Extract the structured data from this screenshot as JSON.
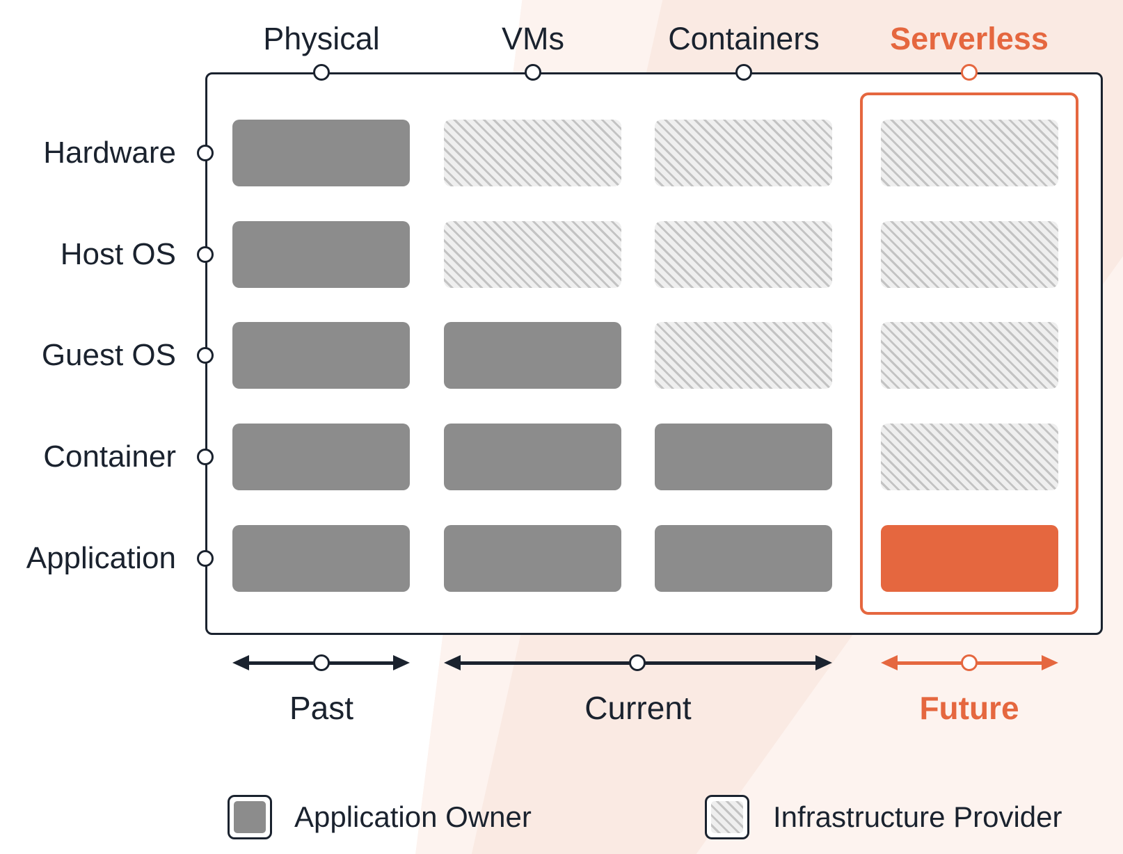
{
  "colors": {
    "dark": "#1a222e",
    "accent_orange": "#e5673f",
    "bar_gray": "#8c8c8c",
    "hatch_bg": "#efefef",
    "hatch_line": "#c3c3c3",
    "bg_pink": "#faeae3",
    "bg_pink_light": "#fdf3ef"
  },
  "matrix": {
    "columns": [
      {
        "label": "Physical",
        "accent": false
      },
      {
        "label": "VMs",
        "accent": false
      },
      {
        "label": "Containers",
        "accent": false
      },
      {
        "label": "Serverless",
        "accent": true
      }
    ],
    "rows": [
      {
        "label": "Hardware"
      },
      {
        "label": "Host OS"
      },
      {
        "label": "Guest OS"
      },
      {
        "label": "Container"
      },
      {
        "label": "Application"
      }
    ],
    "cells": [
      [
        "owner",
        "provider",
        "provider",
        "provider"
      ],
      [
        "owner",
        "provider",
        "provider",
        "provider"
      ],
      [
        "owner",
        "owner",
        "provider",
        "provider"
      ],
      [
        "owner",
        "owner",
        "owner",
        "provider"
      ],
      [
        "owner",
        "owner",
        "owner",
        "app"
      ]
    ]
  },
  "timeline": [
    {
      "label": "Past",
      "accent": false
    },
    {
      "label": "Current",
      "accent": false
    },
    {
      "label": "Future",
      "accent": true
    }
  ],
  "legend": [
    {
      "label": "Application Owner",
      "swatch": "owner"
    },
    {
      "label": "Infrastructure Provider",
      "swatch": "provider"
    }
  ]
}
